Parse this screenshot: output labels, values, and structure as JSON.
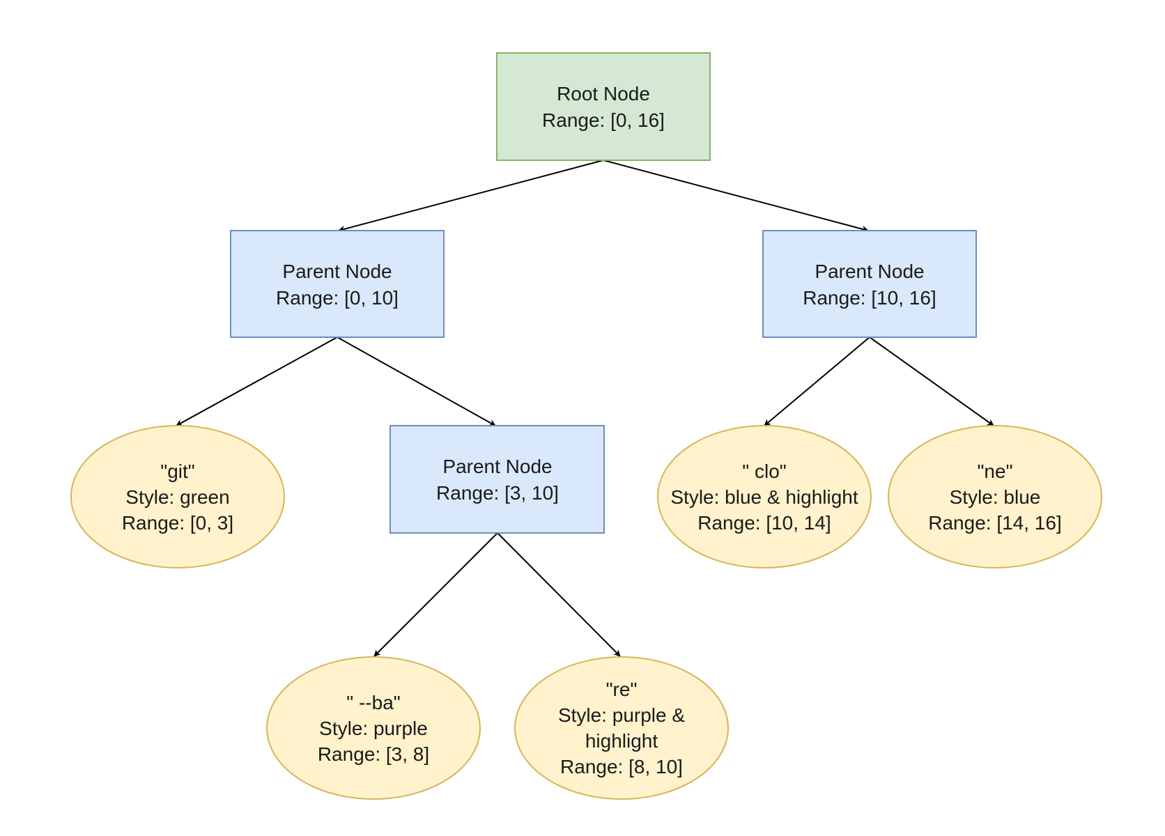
{
  "colors": {
    "root_fill": "#d5e8d4",
    "root_stroke": "#82b366",
    "parent_fill": "#dae8fc",
    "parent_stroke": "#6c8ebf",
    "leaf_fill": "#fff2cc",
    "leaf_stroke": "#d6b656",
    "edge": "#000000"
  },
  "nodes": {
    "root": {
      "shape": "rectangle",
      "lines": [
        "Root Node",
        "Range: [0, 16]"
      ]
    },
    "parent_left": {
      "shape": "rectangle",
      "lines": [
        "Parent Node",
        "Range: [0, 10]"
      ]
    },
    "parent_right": {
      "shape": "rectangle",
      "lines": [
        "Parent Node",
        "Range: [10, 16]"
      ]
    },
    "parent_mid": {
      "shape": "rectangle",
      "lines": [
        "Parent Node",
        "Range: [3, 10]"
      ]
    },
    "leaf_git": {
      "shape": "ellipse",
      "lines": [
        "\"git\"",
        "Style: green",
        "Range: [0, 3]"
      ]
    },
    "leaf_ba": {
      "shape": "ellipse",
      "lines": [
        "\" --ba\"",
        "Style: purple",
        "Range: [3, 8]"
      ]
    },
    "leaf_re": {
      "shape": "ellipse",
      "lines": [
        "\"re\"",
        "Style: purple &",
        "highlight",
        "Range: [8, 10]"
      ]
    },
    "leaf_clo": {
      "shape": "ellipse",
      "lines": [
        "\" clo\"",
        "Style: blue & highlight",
        "Range: [10, 14]"
      ]
    },
    "leaf_ne": {
      "shape": "ellipse",
      "lines": [
        "\"ne\"",
        "Style: blue",
        "Range: [14, 16]"
      ]
    }
  },
  "edges": [
    {
      "from": "root",
      "to": "parent_left"
    },
    {
      "from": "root",
      "to": "parent_right"
    },
    {
      "from": "parent_left",
      "to": "leaf_git"
    },
    {
      "from": "parent_left",
      "to": "parent_mid"
    },
    {
      "from": "parent_mid",
      "to": "leaf_ba"
    },
    {
      "from": "parent_mid",
      "to": "leaf_re"
    },
    {
      "from": "parent_right",
      "to": "leaf_clo"
    },
    {
      "from": "parent_right",
      "to": "leaf_ne"
    }
  ]
}
